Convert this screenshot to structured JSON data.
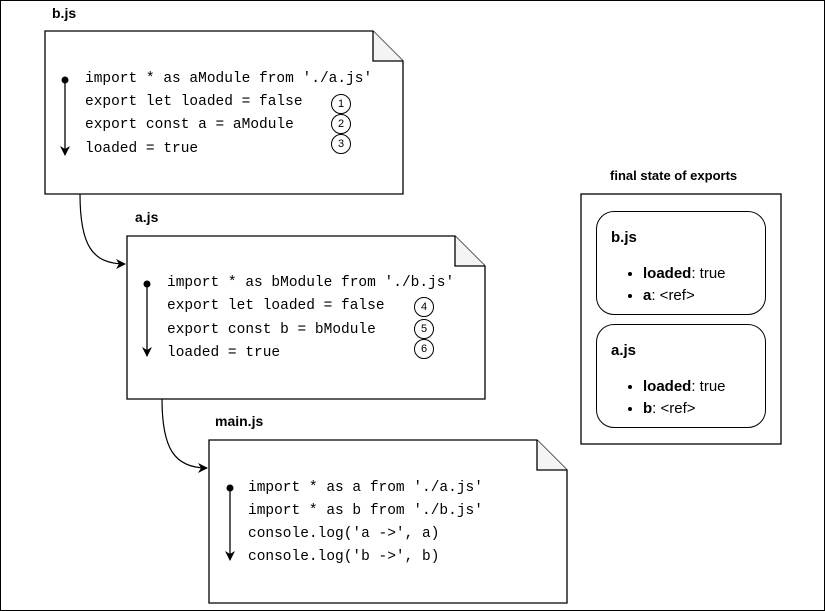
{
  "files": [
    {
      "title": "b.js",
      "lines": [
        "import * as aModule from './a.js'",
        "export let loaded = false",
        "export const a = aModule",
        "loaded = true"
      ],
      "steps": [
        "1",
        "2",
        "3"
      ]
    },
    {
      "title": "a.js",
      "lines": [
        "import * as bModule from './b.js'",
        "export let loaded = false",
        "export const b = bModule",
        "loaded = true"
      ],
      "steps": [
        "4",
        "5",
        "6"
      ]
    },
    {
      "title": "main.js",
      "lines": [
        "import * as a from './a.js'",
        "import * as b from './b.js'",
        "console.log('a ->', a)",
        "console.log('b ->', b)"
      ]
    }
  ],
  "exports_panel": {
    "title": "final state of exports",
    "modules": [
      {
        "name": "b.js",
        "items": [
          {
            "key": "loaded",
            "value": ": true"
          },
          {
            "key": "a",
            "value": ": <ref>"
          }
        ]
      },
      {
        "name": "a.js",
        "items": [
          {
            "key": "loaded",
            "value": ": true"
          },
          {
            "key": "b",
            "value": ": <ref>"
          }
        ]
      }
    ]
  }
}
